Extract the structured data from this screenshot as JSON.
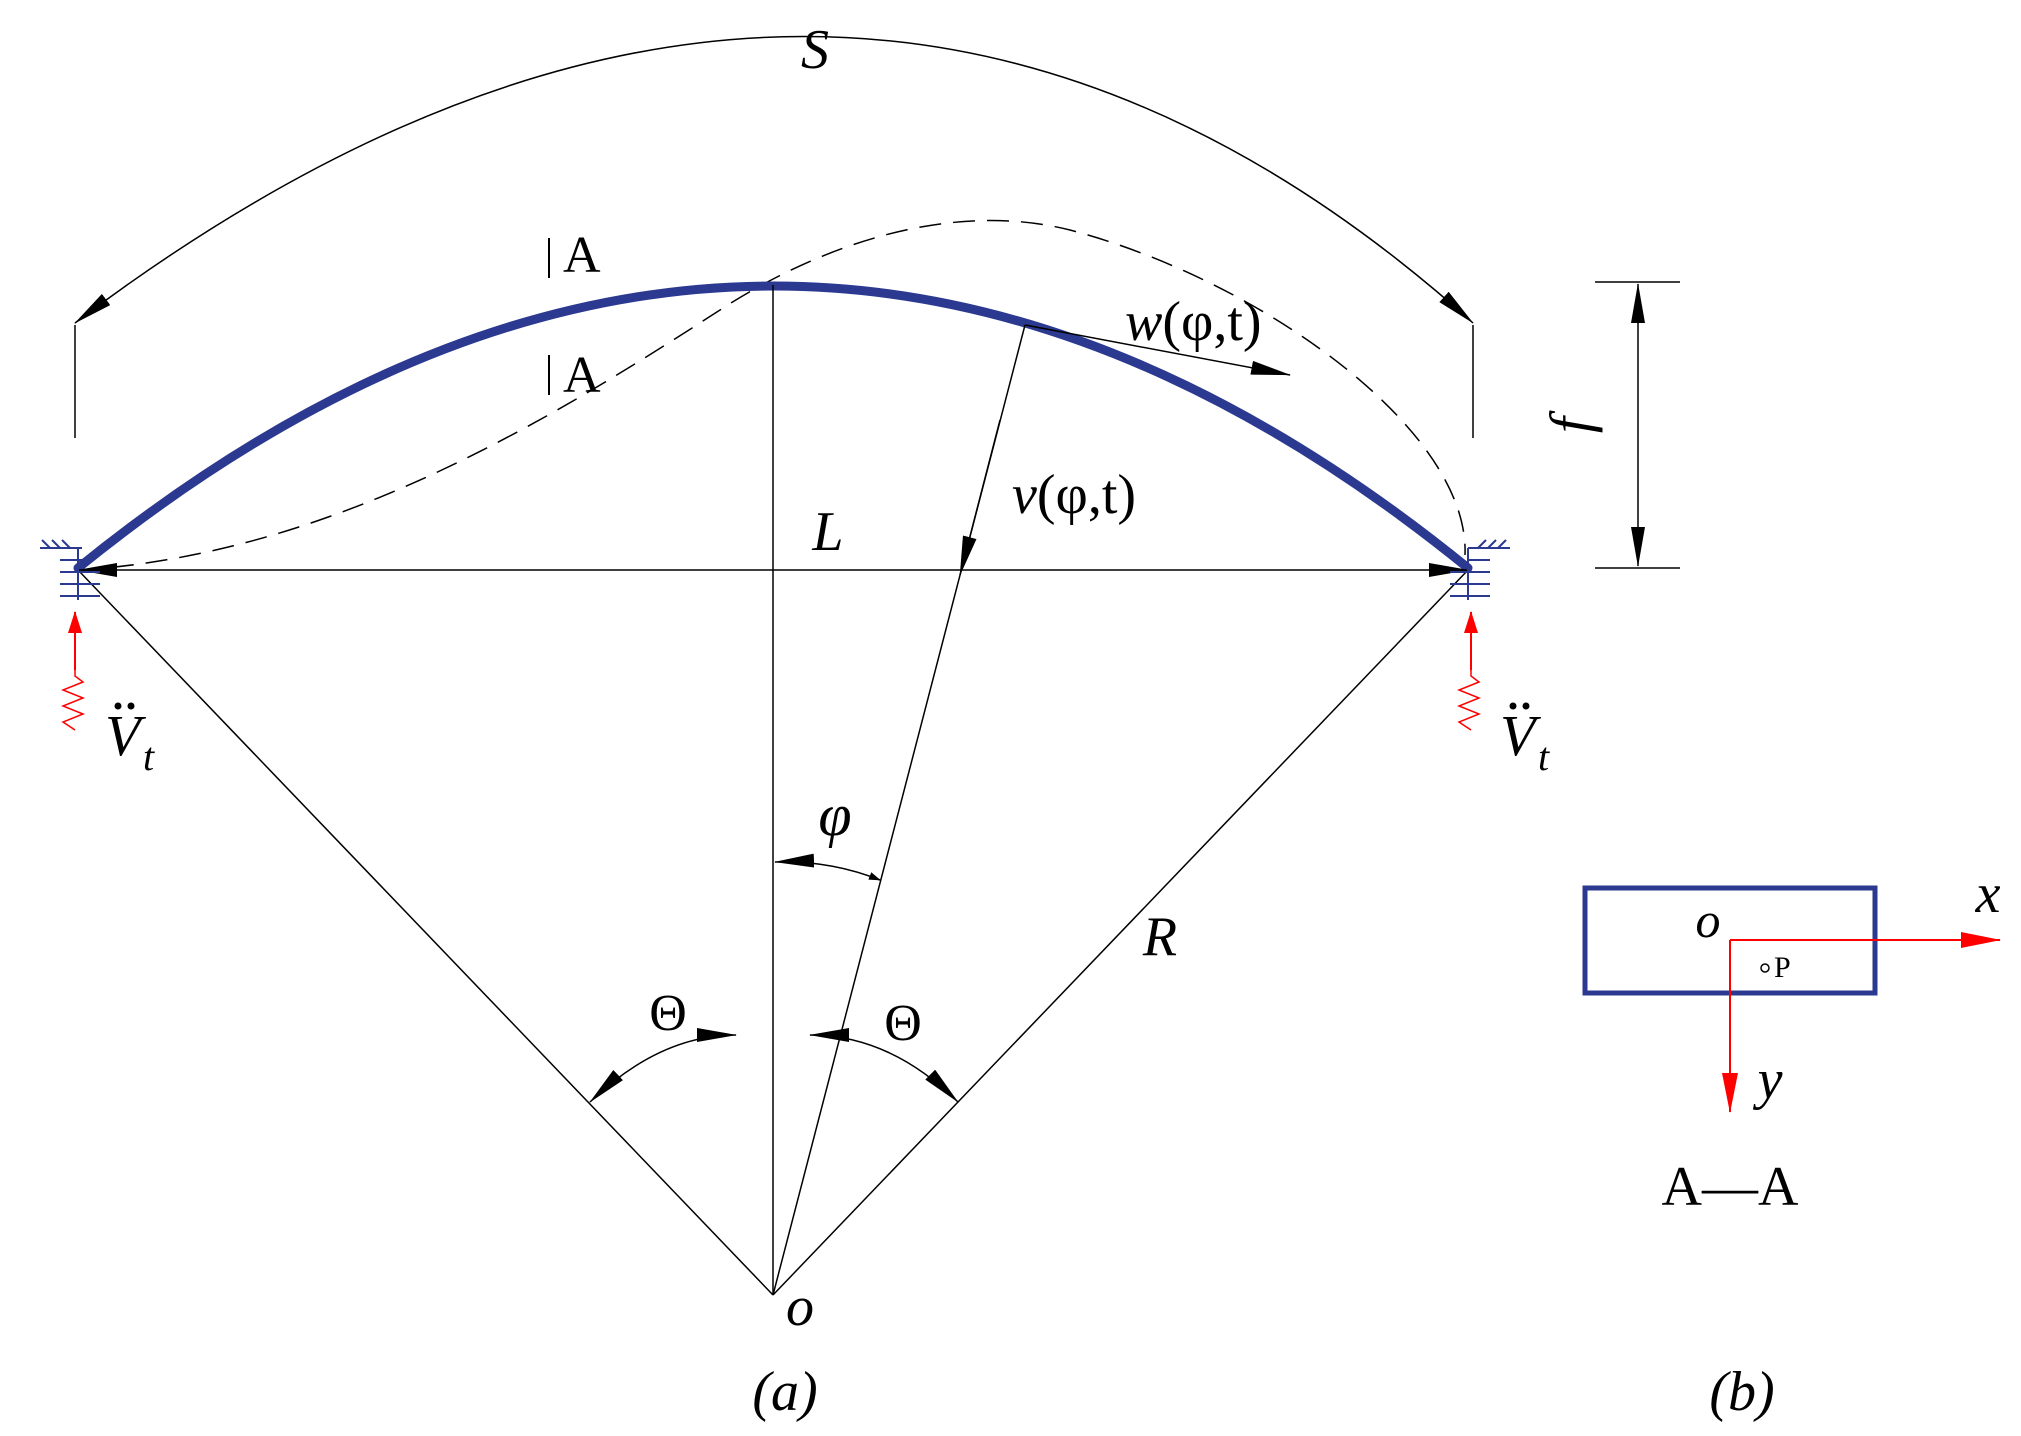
{
  "figure": {
    "arc_length_label": "S",
    "chord_label": "L",
    "rise_label": "f",
    "radius_label": "R",
    "center_label": "o",
    "angle_label": "φ",
    "half_angle_label_left": "Θ",
    "half_angle_label_right": "Θ",
    "tangential_disp": {
      "symbol": "w",
      "args": "(φ,t)"
    },
    "radial_disp": {
      "symbol": "v",
      "args": "(φ,t)"
    },
    "section_mark_top": "A",
    "section_mark_bottom": "A",
    "excitation_left": {
      "symbol": "V",
      "subscript": "t"
    },
    "excitation_right": {
      "symbol": "V",
      "subscript": "t"
    },
    "caption_a": "(a)"
  },
  "section": {
    "origin_label": "o",
    "point_label": "P",
    "x_axis_label": "x",
    "y_axis_label": "y",
    "section_title": "A—A",
    "caption_b": "(b)"
  },
  "colors": {
    "arch": "#2b3990",
    "line": "#000000",
    "excitation": "#ff0000"
  }
}
